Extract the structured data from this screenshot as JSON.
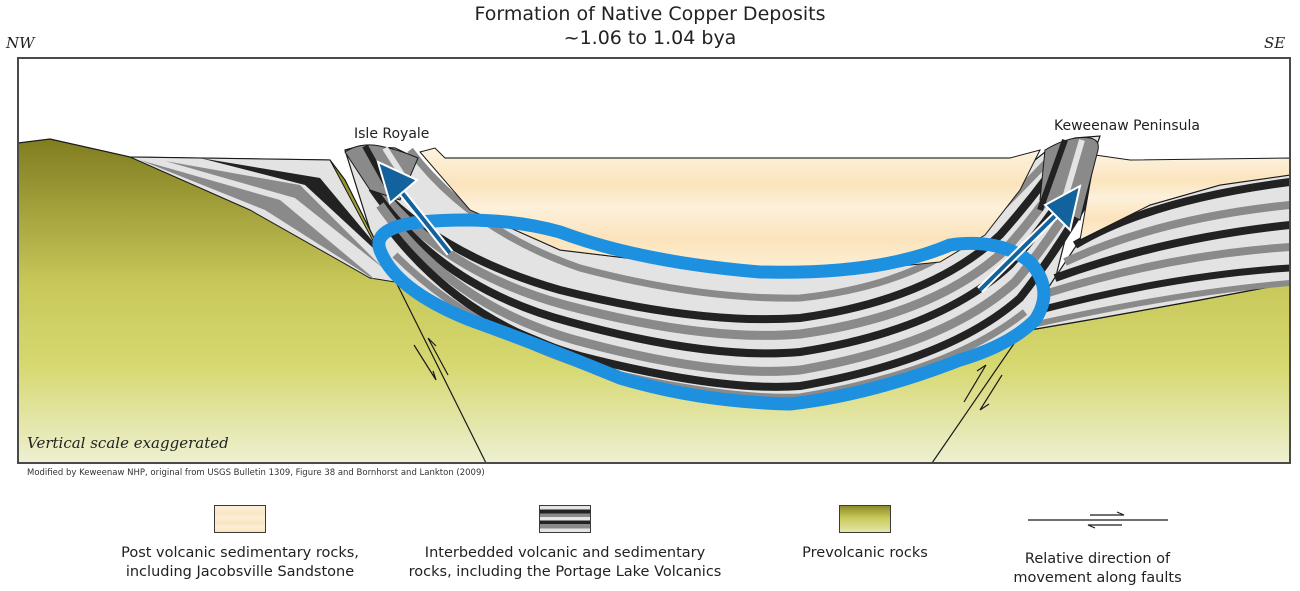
{
  "title": {
    "line1": "Formation of Native Copper Deposits",
    "line2": "~1.06 to 1.04 bya"
  },
  "orientation": {
    "left": "NW",
    "right": "SE"
  },
  "diagram": {
    "labels": {
      "isle_royale": "Isle Royale",
      "keweenaw_peninsula": "Keweenaw Peninsula",
      "scale_note": "Vertical scale exaggerated"
    },
    "colors": {
      "prevolcanic_dark": "#7f7d1f",
      "prevolcanic_mid": "#d3d36a",
      "prevolcanic_light": "#eef0d2",
      "sandstone": "#fde9c8",
      "strata_light": "#e3e3e3",
      "strata_mid": "#8a8a8a",
      "strata_dark": "#222222",
      "fluid_loop": "#1e90e0",
      "flow_arrow": "#12629e",
      "frame": "#4a4a4a"
    }
  },
  "credit": "Modified by Keweenaw NHP, original from USGS Bulletin 1309, Figure 38 and Bornhorst and Lankton (2009)",
  "legend": [
    {
      "key": "sandstone",
      "line1": "Post volcanic sedimentary rocks,",
      "line2": "including Jacobsville Sandstone"
    },
    {
      "key": "strata",
      "line1": "Interbedded volcanic and sedimentary",
      "line2": "rocks, including the Portage Lake Volcanics"
    },
    {
      "key": "prevolcanic",
      "line1": "Prevolcanic rocks",
      "line2": ""
    },
    {
      "key": "fault",
      "line1": "Relative direction of",
      "line2": "movement along faults"
    }
  ]
}
